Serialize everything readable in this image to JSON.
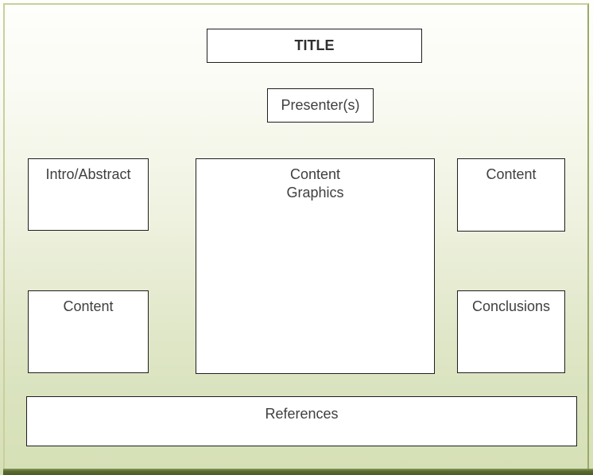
{
  "boxes": {
    "title": "TITLE",
    "presenter": "Presenter(s)",
    "intro": "Intro/Abstract",
    "center_line1": "Content",
    "center_line2": "Graphics",
    "content_top_right": "Content",
    "content_bottom_left": "Content",
    "conclusions": "Conclusions",
    "references": "References"
  },
  "colors": {
    "frame_light": "#c9cf9d",
    "frame_right": "#9aa96a",
    "frame_bottom_dark": "#55662e",
    "background_top": "#fefefb",
    "background_bottom": "#d6e0b7",
    "box_border": "#1f1f1f",
    "box_fill": "#ffffff",
    "text": "#3f3f3f"
  }
}
